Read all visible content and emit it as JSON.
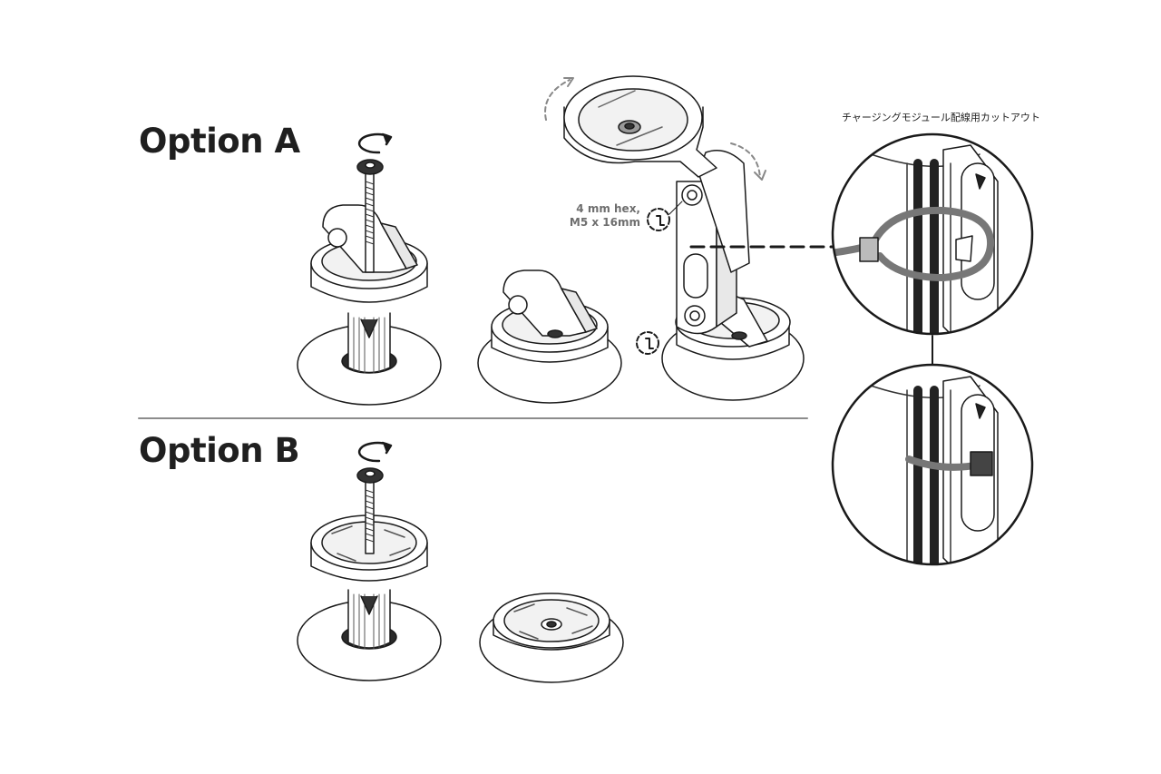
{
  "option_a": "Option A",
  "option_b": "Option B",
  "hex_line1": "4 mm hex,",
  "hex_line2": "M5 x 16mm",
  "callout": "チャージングモジュール配線用カットアウト",
  "colors": {
    "line": "#1a1a1a",
    "gray": "#7a7a7a",
    "divider": "#8c8c8c",
    "fill_light": "#f2f2f2",
    "dark": "#222222"
  },
  "icons": [
    "rotate-arrow-icon",
    "hex-key-icon",
    "pivot-arrow-icon"
  ]
}
